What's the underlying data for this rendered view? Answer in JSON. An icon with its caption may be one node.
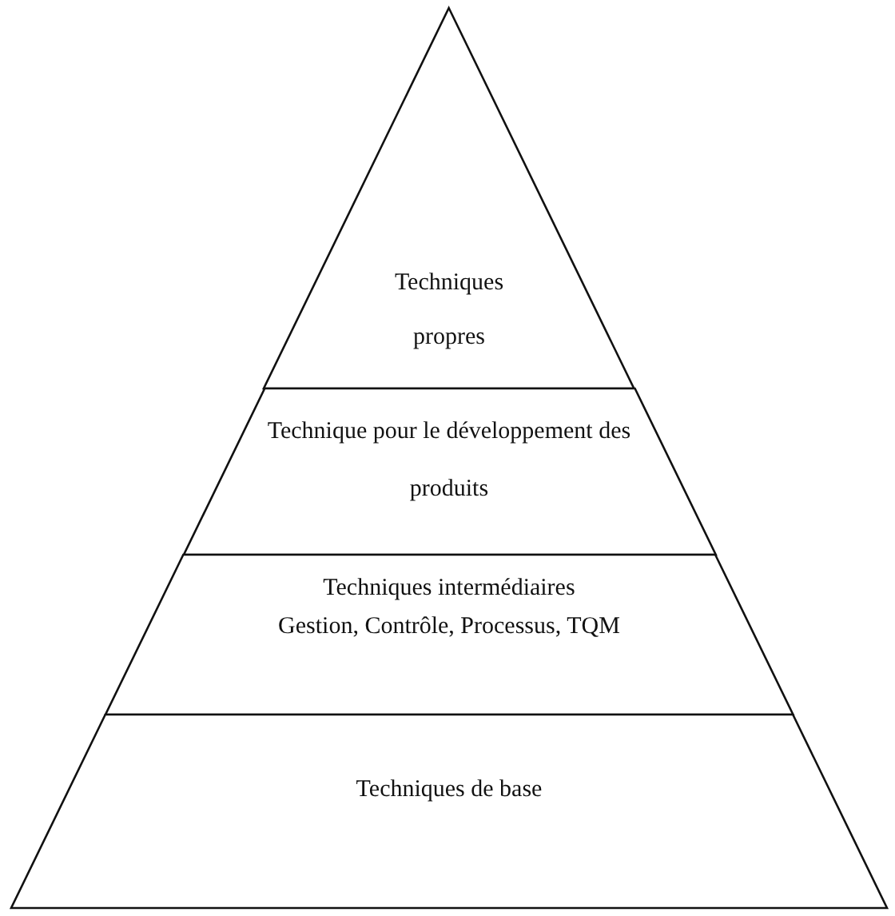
{
  "diagram": {
    "nodes": [
      {
        "text": [
          "Techniques propres"
        ]
      },
      {
        "text": [
          "Technique pour le développement des produits"
        ]
      },
      {
        "text": [
          "Techniques intermédiaires",
          "Gestion, Contrôle, Processus, TQM"
        ]
      },
      {
        "text": [
          "Techniques de base"
        ]
      }
    ]
  }
}
